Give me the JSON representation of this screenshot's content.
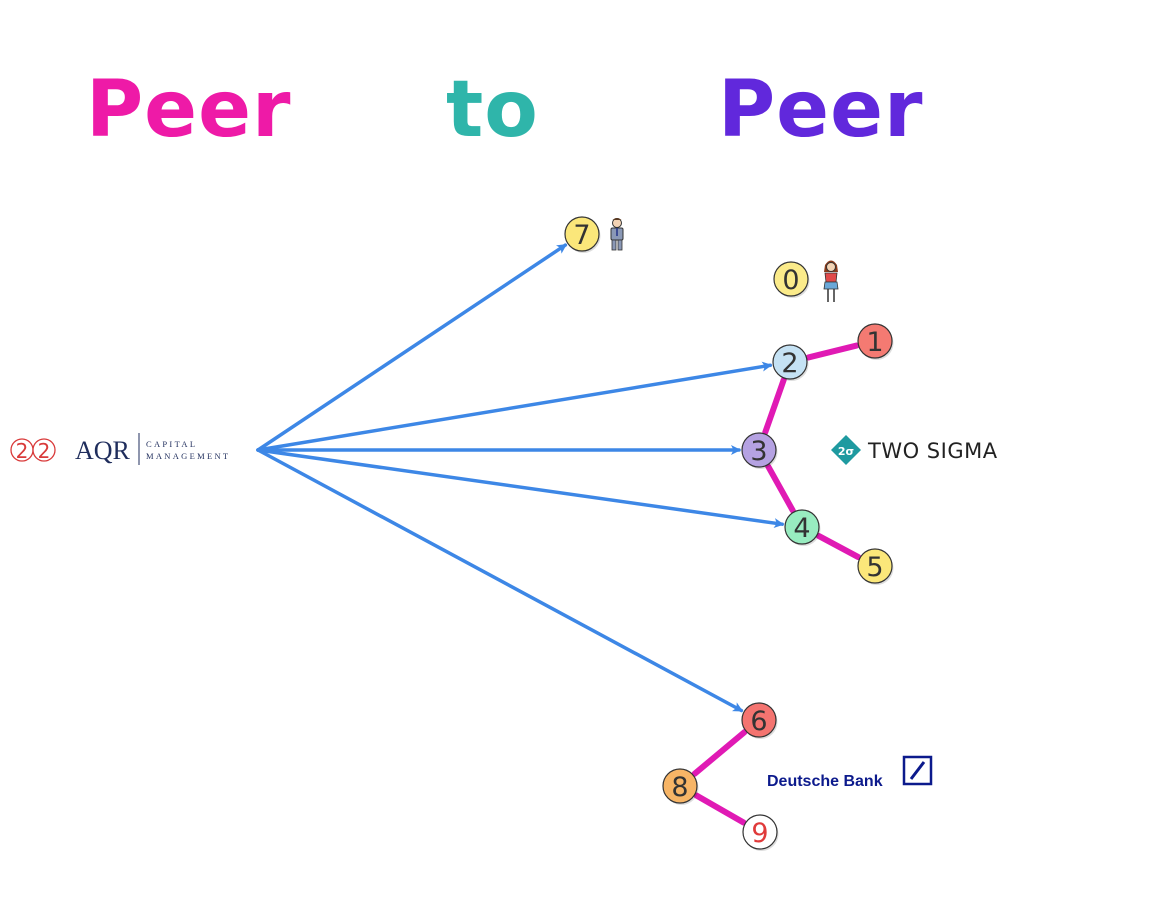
{
  "title": {
    "words": [
      {
        "text": "Peer",
        "color": "#ee1aa7"
      },
      {
        "text": "to",
        "color": "#2fb5aa"
      },
      {
        "text": "Peer",
        "color": "#6128dc"
      }
    ]
  },
  "colors": {
    "arrow": "#3d87e6",
    "link": "#e01ab4",
    "node_stroke": "#333333"
  },
  "source": {
    "badge_digits": [
      "2",
      "2"
    ],
    "badge_color": "#d93a3a",
    "logo_main": "AQR",
    "logo_line1": "CAPITAL",
    "logo_line2": "MANAGEMENT"
  },
  "nodes": [
    {
      "id": "0",
      "label": "0",
      "fill": "#fbeb8a",
      "text_color": "#333333"
    },
    {
      "id": "1",
      "label": "1",
      "fill": "#f47a72",
      "text_color": "#333333"
    },
    {
      "id": "2",
      "label": "2",
      "fill": "#c5e2f4",
      "text_color": "#333333"
    },
    {
      "id": "3",
      "label": "3",
      "fill": "#b5a2e2",
      "text_color": "#333333"
    },
    {
      "id": "4",
      "label": "4",
      "fill": "#98ecc0",
      "text_color": "#333333"
    },
    {
      "id": "5",
      "label": "5",
      "fill": "#fbe77a",
      "text_color": "#333333"
    },
    {
      "id": "6",
      "label": "6",
      "fill": "#f47470",
      "text_color": "#333333"
    },
    {
      "id": "7",
      "label": "7",
      "fill": "#fbe77a",
      "text_color": "#333333"
    },
    {
      "id": "8",
      "label": "8",
      "fill": "#f7b566",
      "text_color": "#333333"
    },
    {
      "id": "9",
      "label": "9",
      "fill": "#ffffff",
      "text_color": "#e03a3a"
    }
  ],
  "arrows_to": [
    "7",
    "2",
    "3",
    "4",
    "6"
  ],
  "links": [
    [
      "2",
      "1"
    ],
    [
      "2",
      "3"
    ],
    [
      "3",
      "4"
    ],
    [
      "4",
      "5"
    ],
    [
      "6",
      "8"
    ],
    [
      "8",
      "9"
    ]
  ],
  "logos": {
    "two_sigma": "TWO SIGMA",
    "two_sigma_mark": "2σ",
    "two_sigma_color": "#1e9aa0",
    "deutsche_bank": "Deutsche Bank",
    "deutsche_bank_color": "#0c1a8c"
  },
  "icons": [
    "man-figure-icon",
    "woman-figure-icon"
  ]
}
